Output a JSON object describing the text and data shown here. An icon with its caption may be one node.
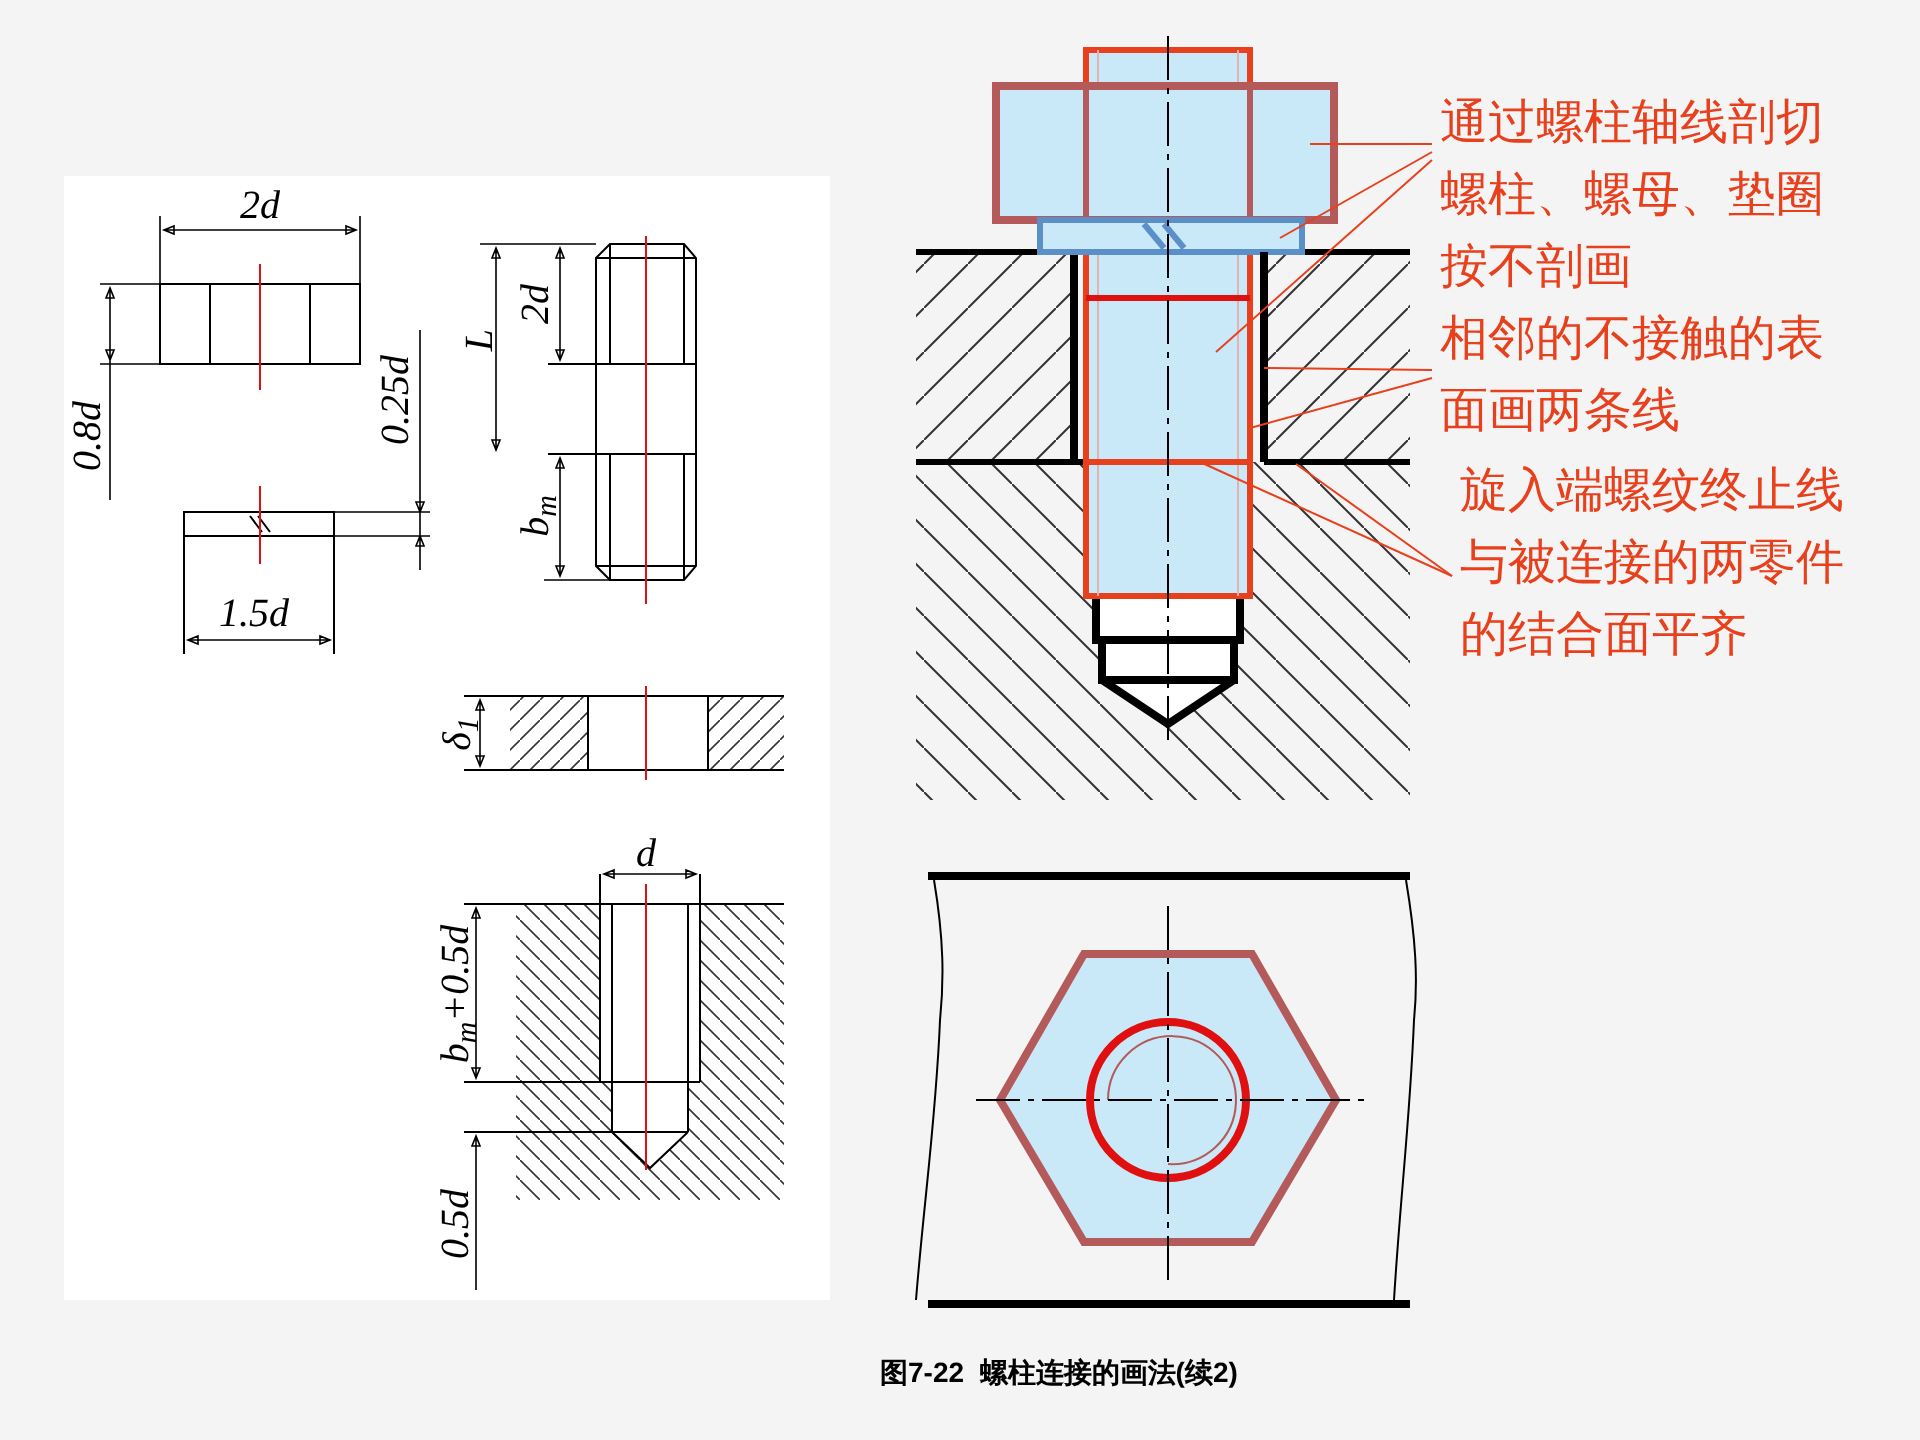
{
  "diagram": {
    "caption": "图7-22  螺柱连接的画法(续2)",
    "nodes": [
      {
        "text": [
          "通过螺柱轴线剖切螺柱、螺母、垫圈按不剖画"
        ]
      },
      {
        "text": [
          "相邻的不接触的表面画两条线"
        ]
      },
      {
        "text": [
          "旋入端螺纹终止线与被连接的两零件的结合面平齐"
        ]
      },
      {
        "text": [],
        "shape": "box"
      },
      {
        "text": [],
        "shape": "box"
      },
      {
        "text": [],
        "shape": "box"
      },
      {
        "text": [],
        "shape": "bar"
      },
      {
        "text": [],
        "shape": "bar",
        "in": 5
      },
      {
        "text": [],
        "shape": "bar"
      }
    ],
    "edges": [
      {
        "from": 0,
        "to": 3,
        "arrow": "none"
      },
      {
        "from": 0,
        "to": 4,
        "arrow": "none"
      },
      {
        "from": 0,
        "to": 5,
        "arrow": "none"
      },
      {
        "from": 1,
        "to": 6,
        "arrow": "none"
      },
      {
        "from": 1,
        "to": 5,
        "arrow": "none"
      },
      {
        "from": 2,
        "to": 7,
        "arrow": "none"
      },
      {
        "from": 2,
        "to": 8,
        "arrow": "none"
      }
    ],
    "labels": [
      "2d",
      "0.8d",
      "0.25d",
      "1.5d",
      "L",
      "2d",
      "b$_{m}$",
      "δ$_{1}$",
      "d",
      "b$_{m}$+0.5d",
      "0.5d"
    ]
  }
}
